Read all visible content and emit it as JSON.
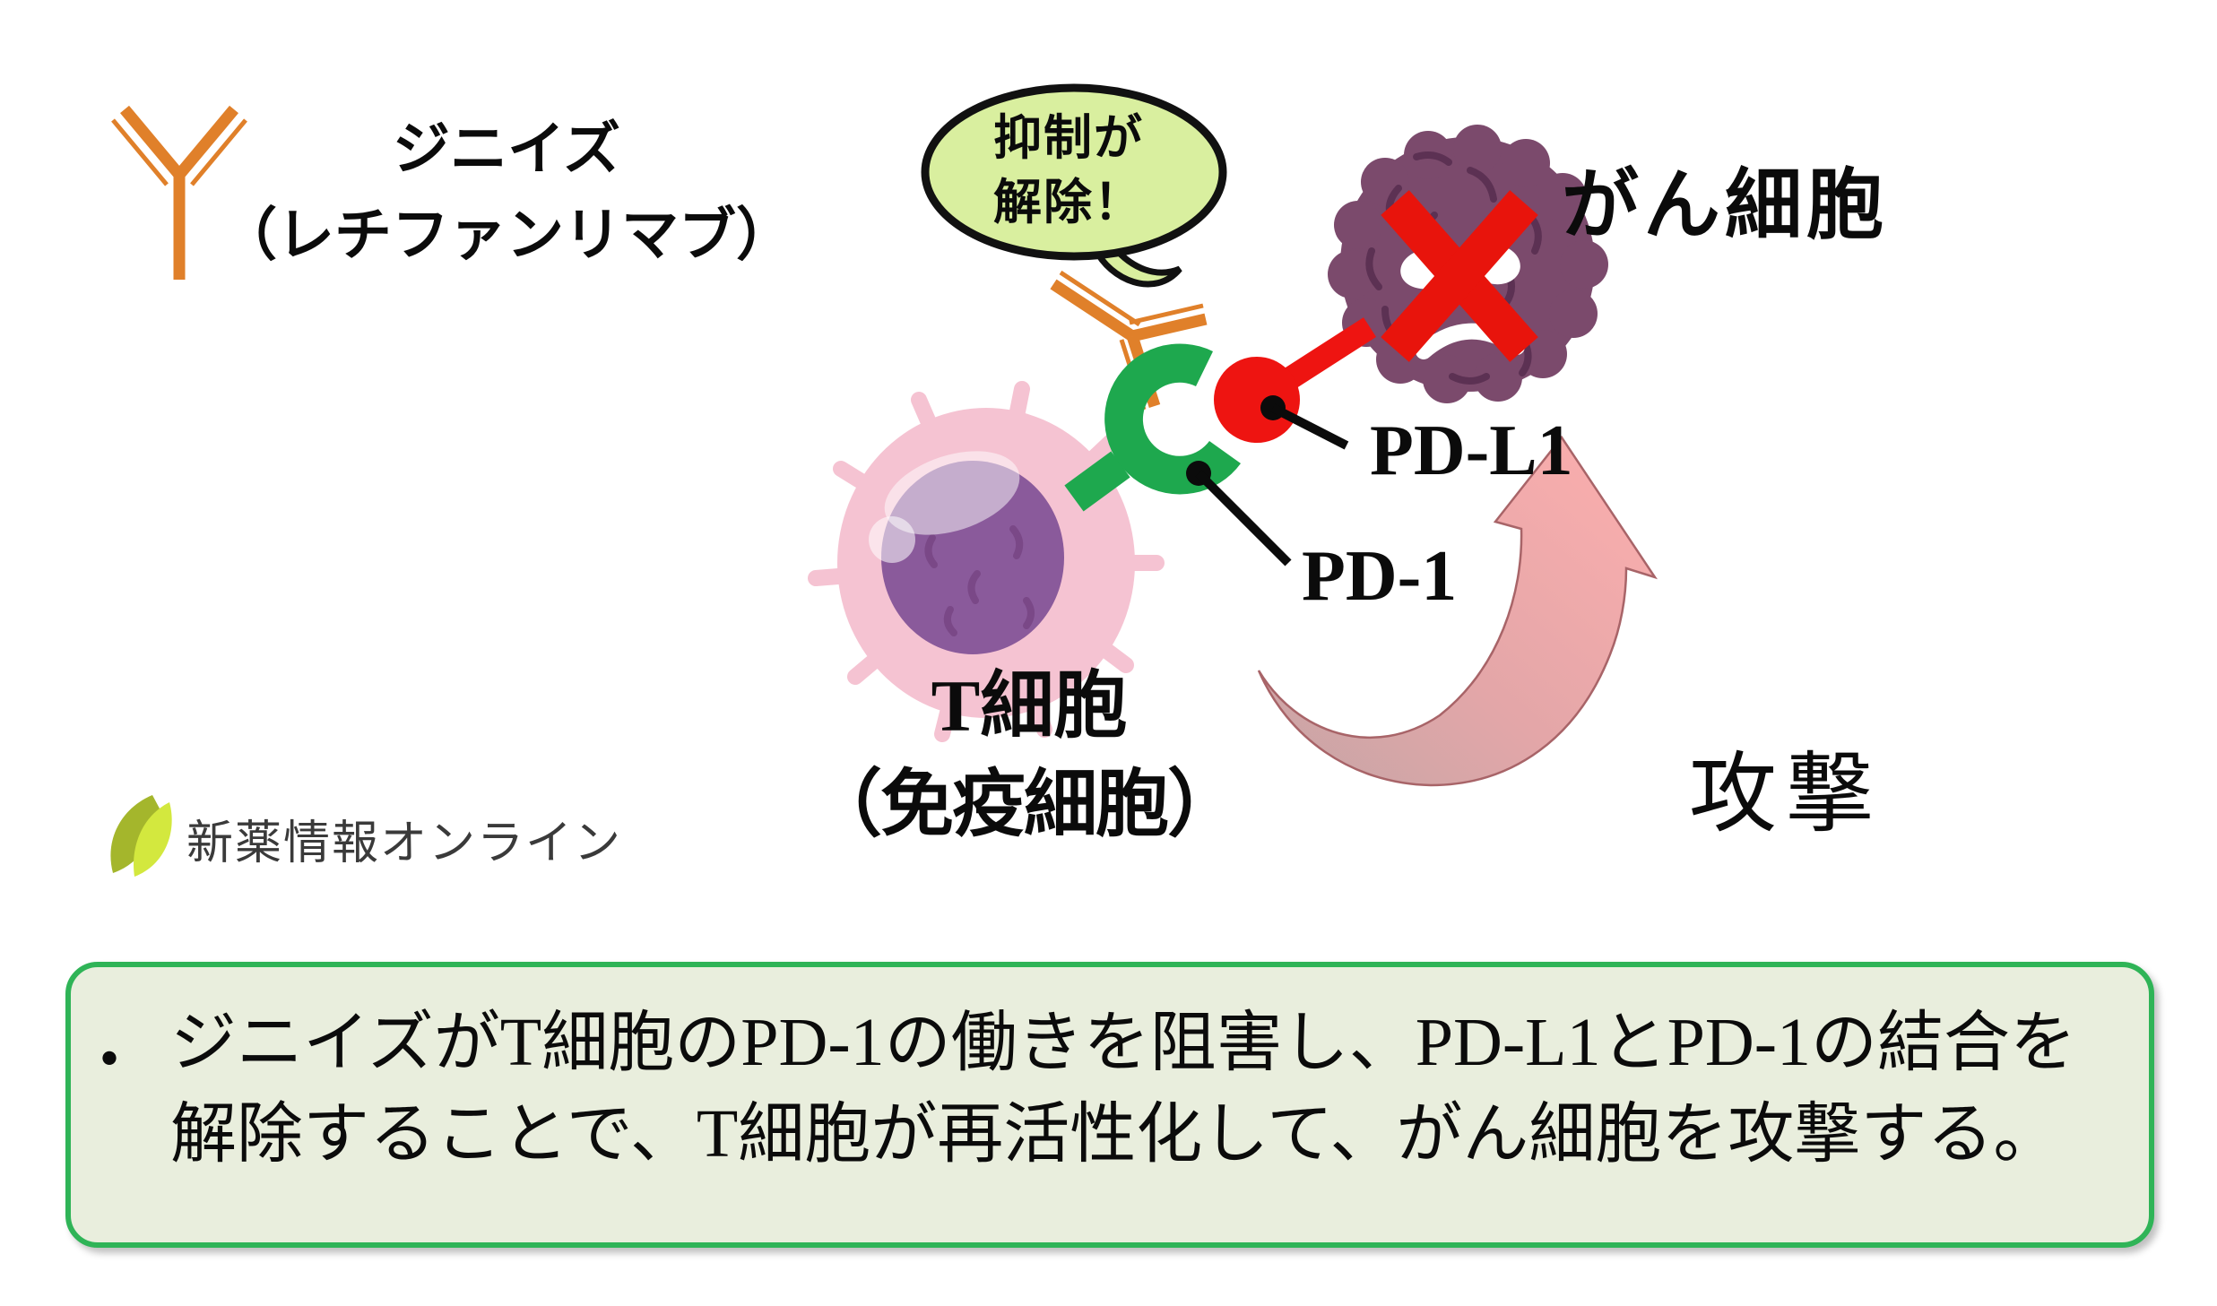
{
  "colors": {
    "antibody_orange": "#e0802a",
    "pd1_green": "#1ea84e",
    "pdl1_red": "#ee1411",
    "cross_red": "#e8140c",
    "cancer_cell_purple": "#7b4a6c",
    "cancer_cell_mark": "#5c3153",
    "t_cell_pink": "#f5c3d2",
    "t_cell_nucleus": "#8a5a9b",
    "bubble_fill": "#d9ef9f",
    "summary_box_fill": "#e9eedd",
    "summary_box_border": "#2fb457",
    "arrow_head_pink": "#f8adad",
    "arrow_tail_gray": "#c6a5a6",
    "logo_leaf_olive": "#a4b62c",
    "logo_leaf_yellow": "#d3e83e",
    "callout_black": "#0b0b0b"
  },
  "drug": {
    "name": "ジニイズ",
    "generic_name": "（レチファンリマブ）"
  },
  "speech_bubble": {
    "line1": "抑制が",
    "line2": "解除！"
  },
  "cancer_cell_label": "がん細胞",
  "pdl1_label": "PD-L1",
  "pd1_label": "PD-1",
  "t_cell_label": {
    "line1_segments": [
      {
        "t": "T",
        "serif": true
      },
      {
        "t": "細胞"
      }
    ],
    "line2": "（免疫細胞）"
  },
  "attack_label": "攻撃",
  "logo": {
    "text": "新薬情報オンライン"
  },
  "summary_box": {
    "bullet": "・",
    "line1_segments": [
      {
        "t": "ジニイズが"
      },
      {
        "t": "T",
        "serif": true
      },
      {
        "t": "細胞の"
      },
      {
        "t": "PD-1",
        "serif": true
      },
      {
        "t": "の働きを阻害し、"
      },
      {
        "t": "PD-L1",
        "serif": true
      },
      {
        "t": "と"
      },
      {
        "t": "PD-1",
        "serif": true
      },
      {
        "t": "の結合を"
      }
    ],
    "line2_segments": [
      {
        "t": "解除することで、"
      },
      {
        "t": "T",
        "serif": true
      },
      {
        "t": "細胞が再活性化して、がん細胞を攻撃する。"
      }
    ]
  }
}
